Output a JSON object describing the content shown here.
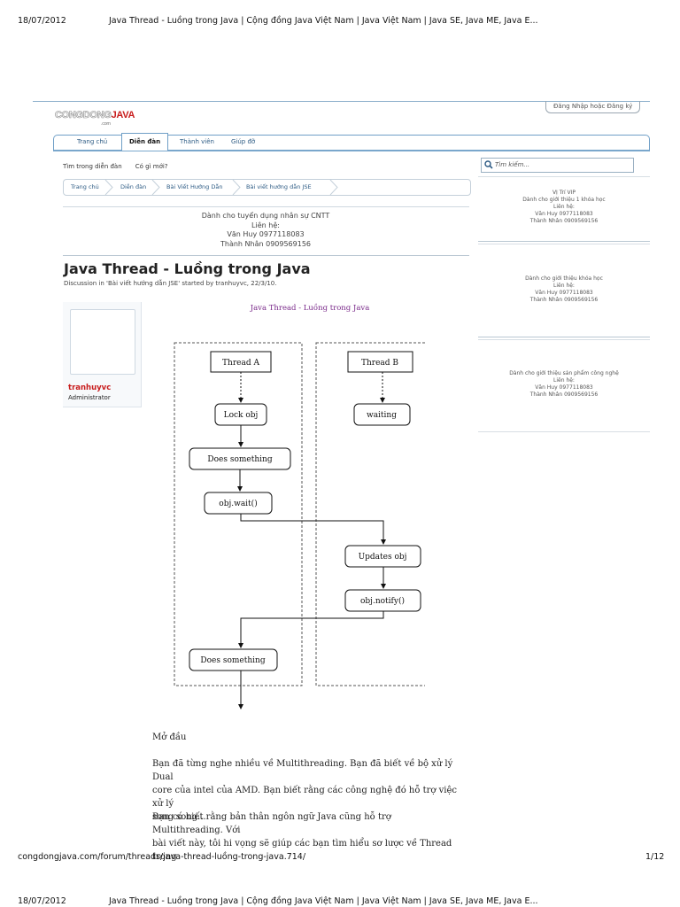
{
  "pdf_header": {
    "date": "18/07/2012",
    "title": "Java Thread - Luồng trong Java | Cộng đồng Java Việt Nam | Java Việt Nam | Java SE, Java ME, Java E..."
  },
  "pdf_footer": {
    "url": "congdongjava.com/forum/threads/java-thread-luồng-trong-java.714/",
    "page": "1/12"
  },
  "pdf_header_next": {
    "date": "18/07/2012",
    "title": "Java Thread - Luồng trong Java | Cộng đồng Java Việt Nam | Java Việt Nam | Java SE, Java ME, Java E..."
  },
  "site": {
    "logo_part1": "CONGDONG",
    "logo_part2": "JAVA",
    "logo_sub": ".com",
    "login_label": "Đăng Nhập hoặc Đăng ký"
  },
  "nav": {
    "items": [
      "Trang chủ",
      "Diễn đàn",
      "Thành viên",
      "Giúp đỡ"
    ],
    "active": "Diễn đàn"
  },
  "subnav": [
    "Tìm trong diễn đàn",
    "Có gì mới?"
  ],
  "search": {
    "placeholder": "Tìm kiếm..."
  },
  "breadcrumb": [
    "Trang chủ",
    "Diễn đàn",
    "Bài Viết Hướng Dẫn",
    "Bài viết hướng dẫn JSE"
  ],
  "ad_top": {
    "line1": "Dành cho tuyển dụng nhân sự CNTT",
    "line2": "Liên hệ:",
    "line3": "Văn Huy 0977118083",
    "line4": "Thành Nhân 0909569156"
  },
  "thread": {
    "title": "Java Thread - Luồng trong Java",
    "meta": "Discussion in 'Bài viết hướng dẫn JSE' started by tranhuyvc, 22/3/10.",
    "post_heading": "Java Thread - Luồng trong Java"
  },
  "author": {
    "name": "tranhuyvc",
    "role": "Administrator"
  },
  "sidebar": {
    "box1": [
      "VỊ Trí VIP",
      "Dành cho giới thiệu 1 khóa học",
      "Liên hệ:",
      "Văn Huy 0977118083",
      "Thành Nhân 0909569156"
    ],
    "box2": [
      "Dành cho giới thiệu khóa học",
      "Liên hệ:",
      "Văn Huy 0977118083",
      "Thành Nhân 0909569156"
    ],
    "box3": [
      "Dành cho giới thiệu sản phẩm công nghệ",
      "Liên hệ:",
      "Văn Huy 0977118083",
      "Thành Nhân 0909569156"
    ]
  },
  "diagram": {
    "thread_a": "Thread A",
    "thread_b": "Thread B",
    "lock_obj": "Lock obj",
    "waiting": "waiting",
    "does_something_1": "Does something",
    "obj_wait": "obj.wait()",
    "updates_obj": "Updates obj",
    "obj_notify": "obj.notify()",
    "does_something_2": "Does something"
  },
  "body": {
    "heading": "Mở đầu",
    "para1_lines": [
      "Bạn đã từng nghe nhiều về Multithreading. Bạn đã biết về bộ xử lý Dual",
      "core của intel của AMD. Bạn biết rằng các công nghệ đó hỗ trợ việc xử lý",
      "song song..."
    ],
    "para2_lines": [
      "Bạn có biết rằng bản thân ngôn ngữ Java cũng hỗ trợ Multithreading. Với",
      "bài viết này, tôi hi vọng sẽ giúp các bạn tìm hiểu sơ lược về Thread trong"
    ]
  },
  "colors": {
    "accent": "#2d5b84",
    "nav_border": "#6f9fc7",
    "author_name": "#c81d1d",
    "post_heading": "#7a2a8a"
  }
}
